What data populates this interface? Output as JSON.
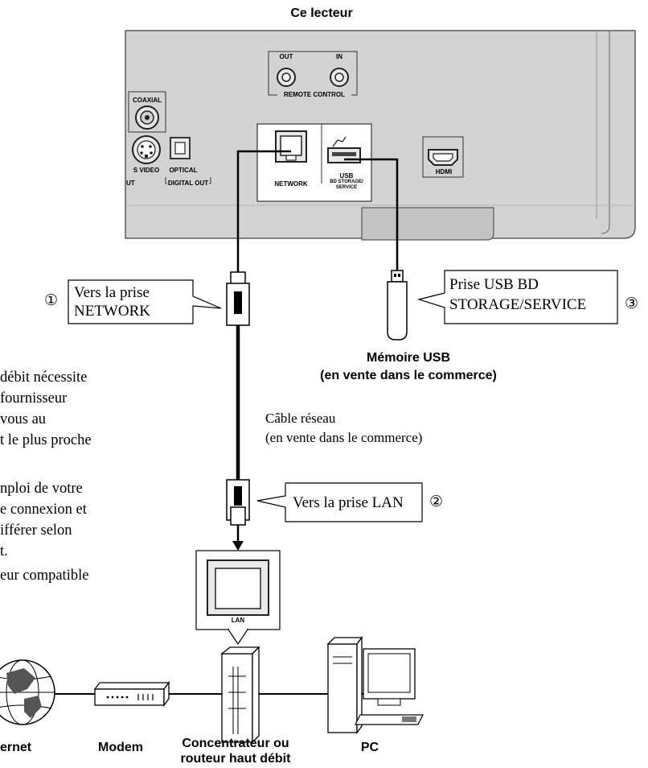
{
  "title": "Ce lecteur",
  "panel": {
    "remote_out": "OUT",
    "remote_in": "IN",
    "remote_control": "REMOTE CONTROL",
    "coaxial": "COAXIAL",
    "s_video": "S VIDEO",
    "optical": "OPTICAL",
    "out_fragment": "UT",
    "digital_out": "DIGITAL OUT",
    "network": "NETWORK",
    "usb_line1": "USB",
    "usb_line2": "BD STORAGE/",
    "usb_line3": "SERVICE",
    "hdmi": "HDMI"
  },
  "callouts": {
    "network": {
      "number": "①",
      "line1": "Vers la prise",
      "line2": "NETWORK"
    },
    "usb": {
      "number": "③",
      "line1": "Prise USB BD",
      "line2": "STORAGE/SERVICE"
    },
    "lan": {
      "number": "②",
      "text": "Vers la prise LAN"
    }
  },
  "usb_memory": {
    "line1": "Mémoire USB",
    "line2": "(en vente dans le commerce)"
  },
  "cable": {
    "line1": "Câble réseau",
    "line2": "(en vente dans le commerce)"
  },
  "side_text": [
    "débit nécessite",
    "fournisseur",
    "vous au",
    "t le plus proche",
    "nploi de votre",
    "e connexion et",
    "ifférer selon",
    "t.",
    "eur compatible"
  ],
  "hub_port": "LAN",
  "devices": {
    "internet": "ernet",
    "modem": "Modem",
    "hub_line1": "Concentrateur ou",
    "hub_line2": "routeur haut débit",
    "pc": "PC"
  }
}
